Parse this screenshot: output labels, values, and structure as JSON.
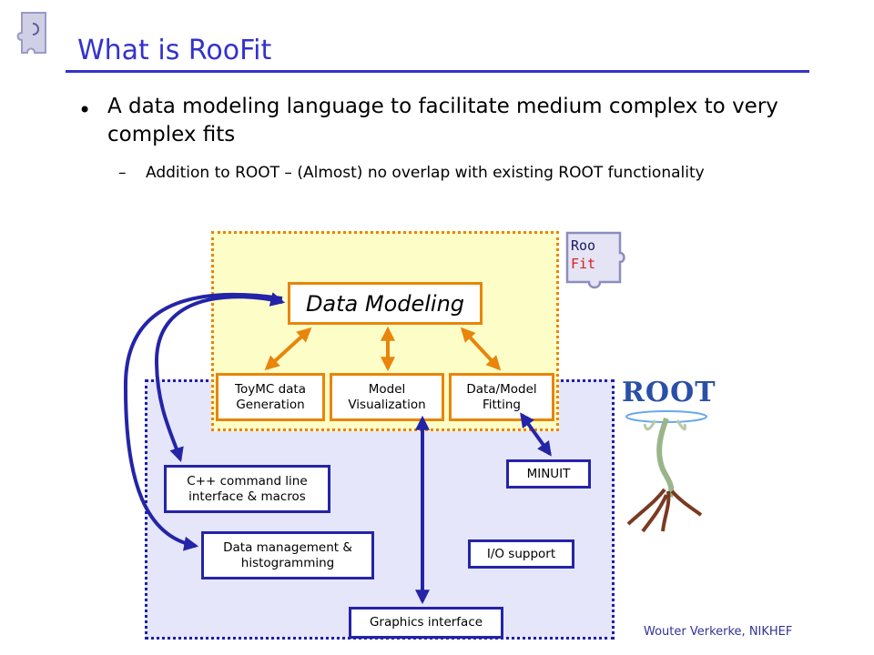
{
  "slide": {
    "title": "What is RooFit",
    "bullet": {
      "marker": "•",
      "text": "A data modeling language to facilitate medium complex to very complex fits"
    },
    "sub_bullet": {
      "marker": "–",
      "text": "Addition to ROOT – (Almost) no overlap with existing ROOT functionality"
    },
    "footer": "Wouter Verkerke, NIKHEF"
  },
  "diagram": {
    "data_modeling": "Data Modeling",
    "toymc": "ToyMC data\nGeneration",
    "model_vis": "Model\nVisualization",
    "fitting": "Data/Model\nFitting",
    "cpp": "C++ command line\ninterface & macros",
    "data_mgmt": "Data management &\nhistogramming",
    "minuit": "MINUIT",
    "io": "I/O support",
    "graphics": "Graphics interface"
  },
  "logos": {
    "roofit_line1": "Roo",
    "roofit_line2": "Fit",
    "root_word": "ROOT"
  },
  "colors": {
    "title_blue": "#3333cc",
    "orange": "#e8850a",
    "root_blue": "#2424a8",
    "roofit_panel": "#fdfdc8",
    "root_panel": "#e6e6fa"
  }
}
